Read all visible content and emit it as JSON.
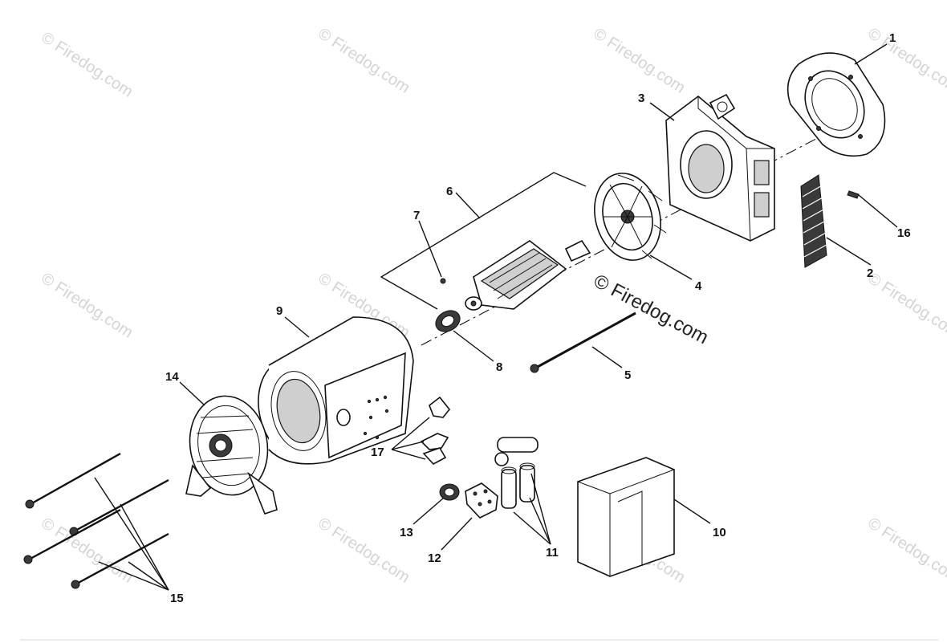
{
  "watermark": {
    "text": "© Firedog.com",
    "center_text": "© Firedog.com"
  },
  "callouts": [
    {
      "id": "c1",
      "label": "1"
    },
    {
      "id": "c2",
      "label": "2"
    },
    {
      "id": "c3",
      "label": "3"
    },
    {
      "id": "c4",
      "label": "4"
    },
    {
      "id": "c5",
      "label": "5"
    },
    {
      "id": "c6",
      "label": "6"
    },
    {
      "id": "c7",
      "label": "7"
    },
    {
      "id": "c8",
      "label": "8"
    },
    {
      "id": "c9",
      "label": "9"
    },
    {
      "id": "c10",
      "label": "10"
    },
    {
      "id": "c11",
      "label": "11"
    },
    {
      "id": "c12",
      "label": "12"
    },
    {
      "id": "c13",
      "label": "13"
    },
    {
      "id": "c14",
      "label": "14"
    },
    {
      "id": "c15",
      "label": "15"
    },
    {
      "id": "c16",
      "label": "16"
    },
    {
      "id": "c17",
      "label": "17"
    }
  ],
  "colors": {
    "ink": "#111111",
    "watermark": "#d4d4d4",
    "background": "#ffffff"
  }
}
